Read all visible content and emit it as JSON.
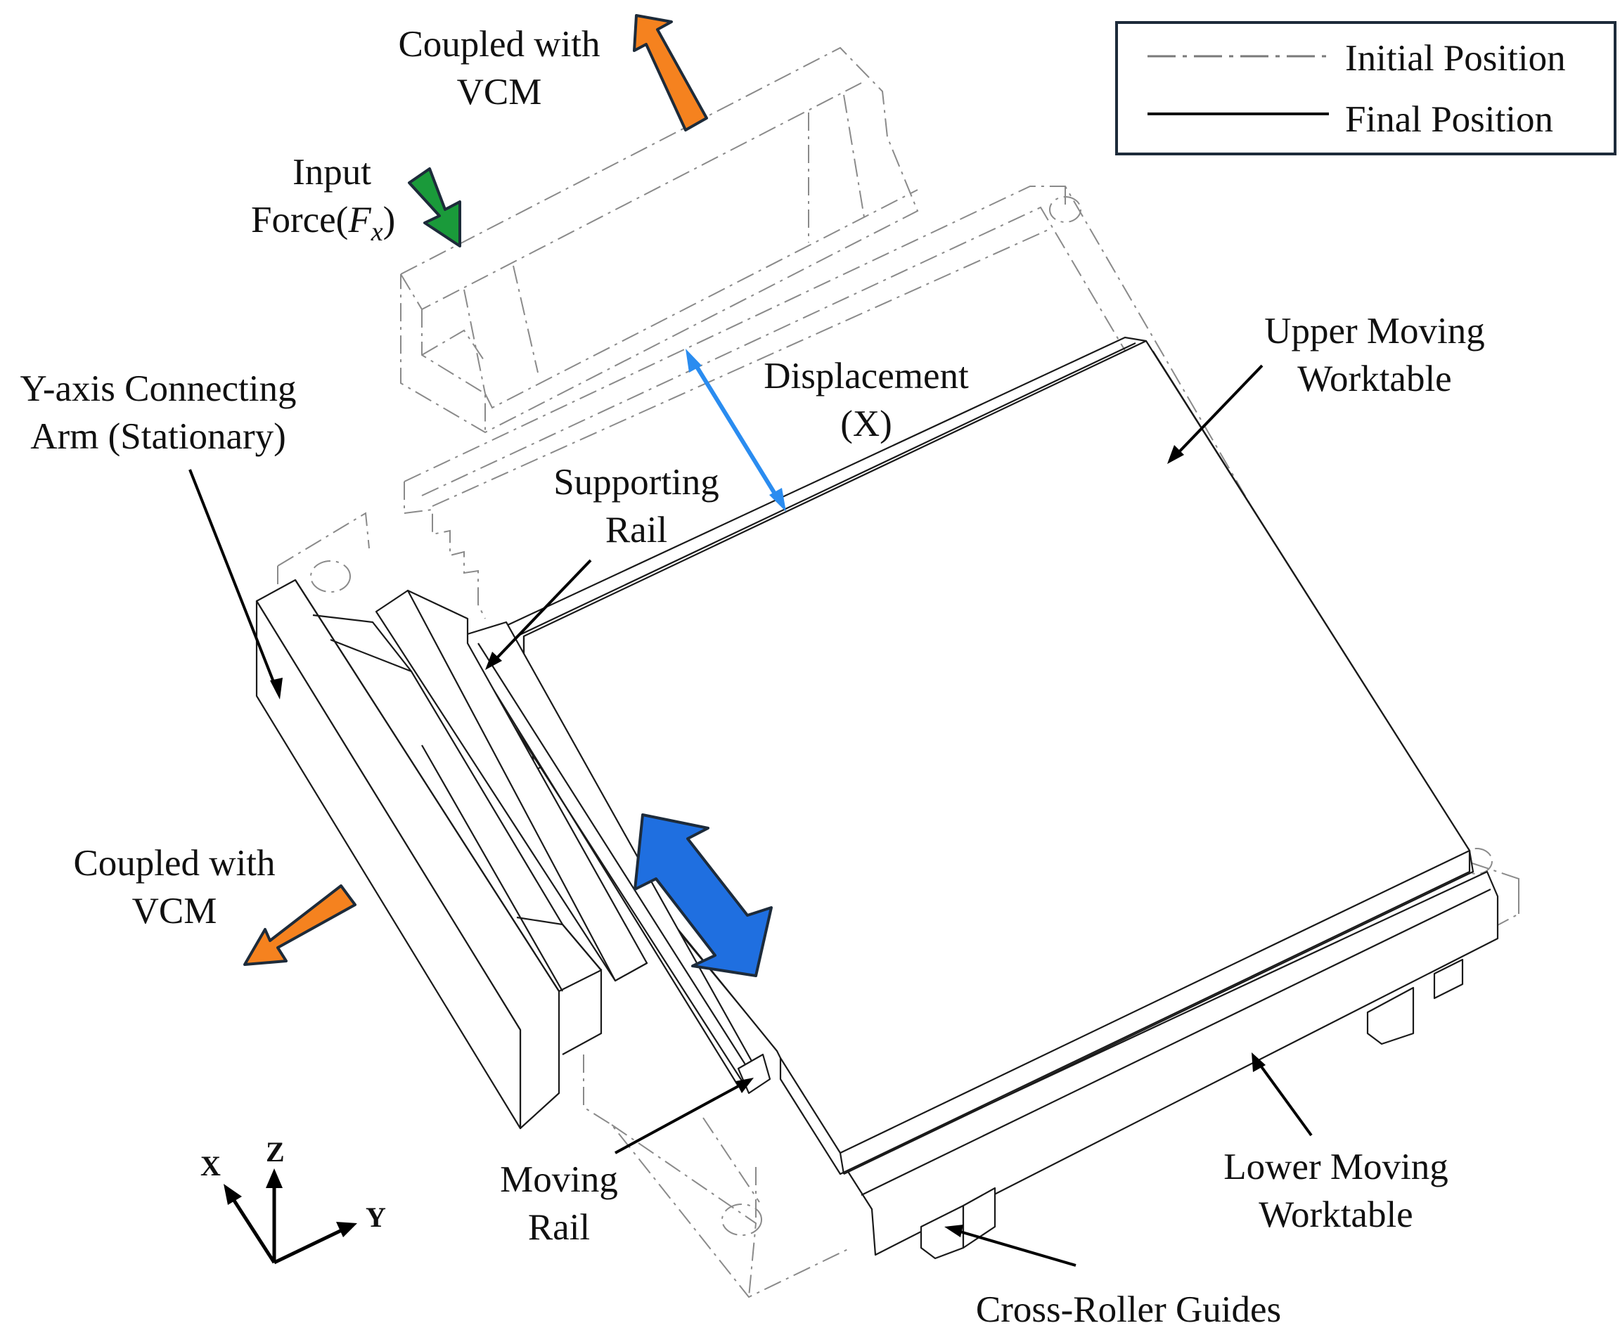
{
  "legend": {
    "initial_label": "Initial Position",
    "final_label": "Final Position"
  },
  "labels": {
    "coupled_top_line1": "Coupled with",
    "coupled_top_line2": "VCM",
    "input_line1": "Input",
    "input_line2_prefix": "Force(",
    "input_symbol_F": "F",
    "input_symbol_sub": "x",
    "input_line2_suffix": ")",
    "y_axis_arm_line1": "Y-axis Connecting",
    "y_axis_arm_line2": "Arm (Stationary)",
    "displacement_line1": "Displacement",
    "displacement_line2": "(X)",
    "supporting_rail_line1": "Supporting",
    "supporting_rail_line2": "Rail",
    "upper_worktable_line1": "Upper Moving",
    "upper_worktable_line2": "Worktable",
    "coupled_left_line1": "Coupled with",
    "coupled_left_line2": "VCM",
    "moving_rail_line1": "Moving",
    "moving_rail_line2": "Rail",
    "lower_worktable_line1": "Lower Moving",
    "lower_worktable_line2": "Worktable",
    "cross_roller": "Cross-Roller Guides"
  },
  "axes": {
    "x": "X",
    "y": "Y",
    "z": "Z"
  },
  "colors": {
    "orange_arrow": "#f5821f",
    "green_arrow": "#1a9a3a",
    "blue_arrow": "#1f6fe0",
    "light_blue_arrow": "#2a8cf0",
    "arrow_outline": "#1d2b3a"
  }
}
